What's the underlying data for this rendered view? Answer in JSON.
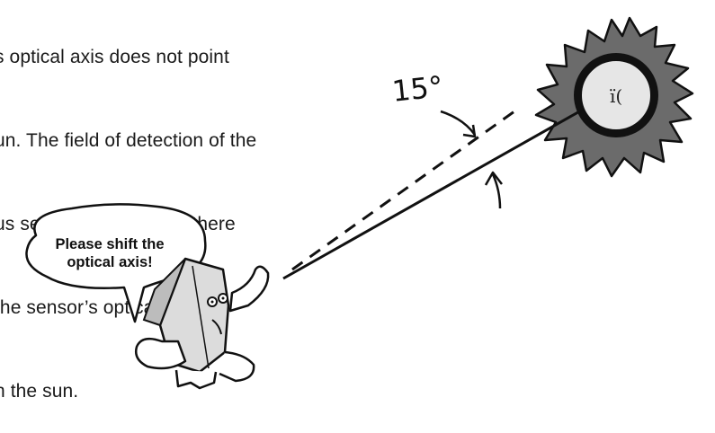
{
  "paragraph": {
    "lines": [
      "s optical axis does not point",
      "un. The field of detection of the",
      "us several degrees, so there",
      "the sensor’s optical axis is",
      "n the sun."
    ]
  },
  "angle_label": "15°",
  "speech_bubble": {
    "lines": [
      "Please shift the",
      "optical axis!"
    ]
  },
  "sun": {
    "face_text": "ï("
  },
  "colors": {
    "sun_rays": "#6b6b6b",
    "sun_disc": "#e6e6e6",
    "sensor_body": "#dcdcdc",
    "outline": "#111111"
  }
}
